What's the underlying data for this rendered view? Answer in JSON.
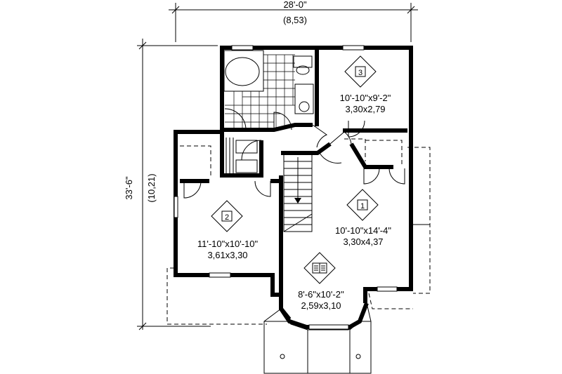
{
  "dimensions": {
    "width_imperial": "28'-0\"",
    "width_metric": "(8,53)",
    "depth_imperial": "33'-6\"",
    "depth_metric": "(10,21)"
  },
  "rooms": [
    {
      "id": "bedroom-3",
      "icon": "bed-3-icon",
      "number": "3",
      "size_imperial": "10'-10\"x9'-2\"",
      "size_metric": "3,30x2,79"
    },
    {
      "id": "bedroom-2",
      "icon": "bed-2-icon",
      "number": "2",
      "size_imperial": "11'-10\"x10'-10\"",
      "size_metric": "3,61x3,30"
    },
    {
      "id": "bedroom-1",
      "icon": "bed-1-icon",
      "number": "1",
      "size_imperial": "10'-10\"x14'-4\"",
      "size_metric": "3,30x4,37"
    },
    {
      "id": "library",
      "icon": "book-icon",
      "size_imperial": "8'-6\"x10'-2''",
      "size_metric": "2,59x3,10"
    }
  ]
}
